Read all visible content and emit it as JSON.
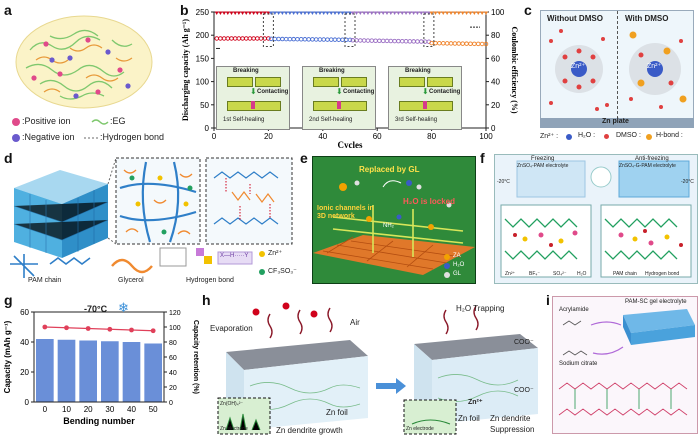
{
  "panels": {
    "a": {
      "label": "a",
      "legend": {
        "pos": ":Positive ion",
        "eg": ":EG",
        "neg": ":Negative ion",
        "hb": ":Hydrogen bond"
      }
    },
    "b": {
      "label": "b",
      "inset_breaking": "Breaking",
      "inset_contacting": "Contacting",
      "heal1": "1st Self-healing",
      "heal2": "2nd Self-healing",
      "heal3": "3rd Self-healing"
    },
    "c": {
      "label": "c",
      "without": "Without DMSO",
      "with": "With DMSO",
      "zn_ion": "Zn²⁺",
      "zn_plate": "Zn plate",
      "legend": {
        "zn": "Zn²⁺ :",
        "h2o": "H₂O :",
        "dmso": "DMSO :",
        "hbond": "H-bond :"
      }
    },
    "d": {
      "label": "d",
      "pam_chain": "PAM chain",
      "glycerol": "Glycerol",
      "hbond": "Hydrogen bond",
      "zn": "Zn²⁺",
      "cf3so3": "CF₃SO₃⁻",
      "xhy": "X—H·····Y"
    },
    "e": {
      "label": "e",
      "replaced": "Replaced by GL",
      "locked": "H₂O is locked",
      "channels": "Ionic channels in 3D network",
      "nh2": "NH₂",
      "legend": {
        "za": "ZA",
        "h2o": "H₂O",
        "gl": "GL"
      }
    },
    "f": {
      "label": "f",
      "freezing": "Freezing",
      "freezing_sub": "ZnSO₄-PAM electrolyte",
      "antifreezing": "Anti-freezing",
      "antifreezing_sub": "ZnSO₄-G-PAM electrolyte",
      "temp_left": "-20°C",
      "temp_right": "-20°C",
      "legend": {
        "zn": "Zn²⁺",
        "bf": "BF₄⁻",
        "so4": "SO₄²⁻",
        "h2o": "H₂O",
        "pam": "PAM chain",
        "hb": "Hydrogen bond"
      }
    },
    "g": {
      "label": "g",
      "temp": "-70°C",
      "snow": "❄"
    },
    "h": {
      "label": "h",
      "evaporation": "Evaporation",
      "air": "Air",
      "trapping": "H₂O Trapping",
      "coo1": "COO⁻",
      "coo2": "COO⁻",
      "zn2": "Zn²⁺",
      "zn_electrode": "Zn electrode",
      "zn_foil1": "Zn foil",
      "zn_foil2": "Zn foil",
      "dendrite_growth": "Zn dendrite growth",
      "dendrite_supp_1": "Zn dendrite",
      "dendrite_supp_2": "Suppression",
      "zn_oh": "Zn(OH)₄²⁻",
      "zn_electrode2": "Zn electrode"
    },
    "i": {
      "label": "i",
      "acrylamide": "Acrylamide",
      "sodium_citrate": "Sodium citrate",
      "pam_sc": "PAM-SC gel electrolyte"
    }
  },
  "chart_data": [
    {
      "type": "line",
      "panel": "b",
      "xlabel": "Cycles",
      "ylabel": "Discharging capacity (Ah g⁻¹)",
      "ylabel_right": "Coulombic efficiency (%)",
      "xlim": [
        0,
        100
      ],
      "ylim": [
        0,
        250
      ],
      "ylim_right": [
        0,
        100
      ],
      "xticks": [
        "0",
        "20",
        "40",
        "60",
        "80",
        "100"
      ],
      "yticks": [
        "0",
        "50",
        "100",
        "150",
        "200",
        "250"
      ],
      "yticks_right": [
        "0",
        "20",
        "40",
        "60",
        "80",
        "100"
      ],
      "series": [
        {
          "axis": "left",
          "color": "#d0021b",
          "x": [
            1,
            20
          ],
          "y": [
            193,
            193
          ]
        },
        {
          "axis": "left",
          "color": "#4a6fd4",
          "x": [
            21,
            50
          ],
          "y": [
            192,
            190
          ]
        },
        {
          "axis": "left",
          "color": "#9b6fc4",
          "x": [
            51,
            79
          ],
          "y": [
            189,
            186
          ]
        },
        {
          "axis": "left",
          "color": "#f0832a",
          "x": [
            80,
            100
          ],
          "y": [
            183,
            181
          ]
        },
        {
          "axis": "right",
          "color": "#d0021b",
          "x": [
            1,
            20
          ],
          "y": [
            99,
            99
          ]
        },
        {
          "axis": "right",
          "color": "#4a6fd4",
          "x": [
            21,
            50
          ],
          "y": [
            99,
            99
          ]
        },
        {
          "axis": "right",
          "color": "#9b6fc4",
          "x": [
            51,
            79
          ],
          "y": [
            99,
            99
          ]
        },
        {
          "axis": "right",
          "color": "#f0832a",
          "x": [
            80,
            100
          ],
          "y": [
            99,
            99
          ]
        }
      ]
    },
    {
      "type": "bar",
      "panel": "g",
      "xlabel": "Bending number",
      "ylabel": "Capacity (mAh g⁻¹)",
      "ylabel_right": "Capacity retention (%)",
      "categories": [
        "0",
        "10",
        "20",
        "30",
        "40",
        "50"
      ],
      "values": [
        42,
        41.5,
        41,
        40.5,
        40,
        39
      ],
      "retention": [
        100,
        99,
        98,
        97,
        96,
        95
      ],
      "ylim": [
        0,
        60
      ],
      "ylim_right": [
        0,
        120
      ],
      "yticks": [
        "0",
        "20",
        "40",
        "60"
      ],
      "yticks_right": [
        "0",
        "20",
        "40",
        "60",
        "80",
        "100",
        "120"
      ],
      "bar_color": "#6a8fd8",
      "line_color": "#e0405a"
    }
  ]
}
